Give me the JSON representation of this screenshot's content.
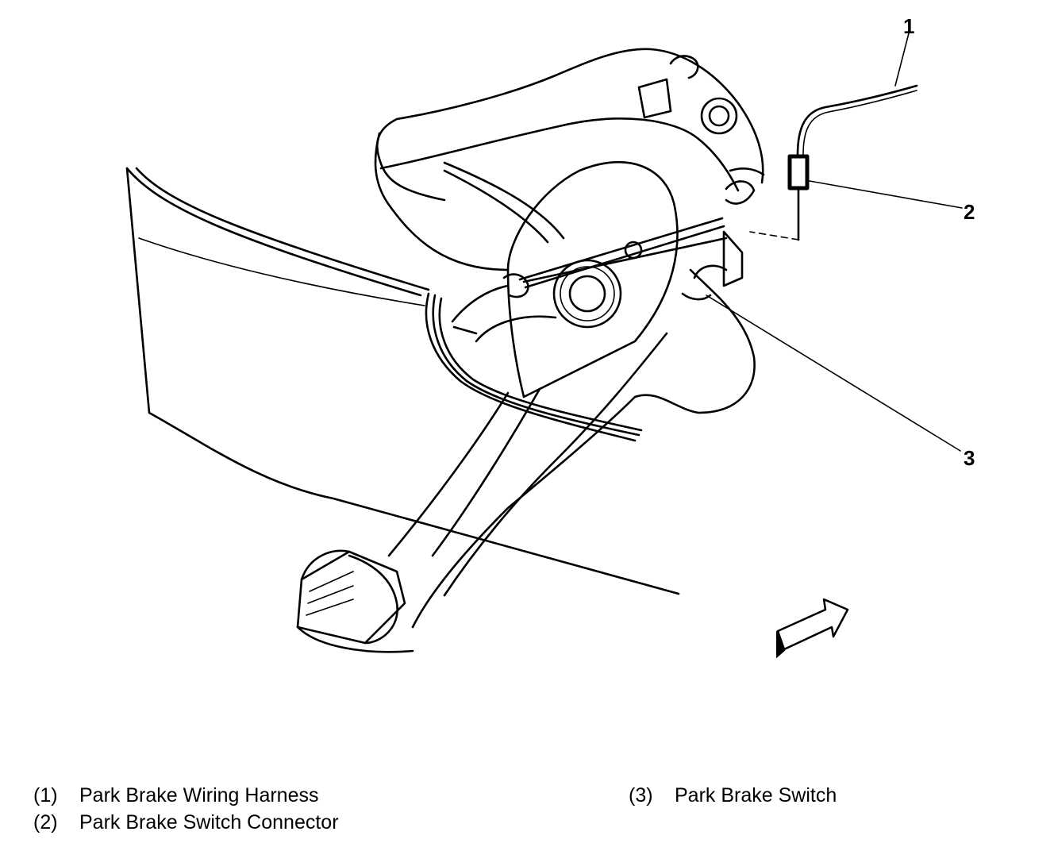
{
  "callouts": [
    {
      "number": "1"
    },
    {
      "number": "2"
    },
    {
      "number": "3"
    }
  ],
  "legend": [
    {
      "number": "(1)",
      "label": "Park Brake Wiring Harness"
    },
    {
      "number": "(2)",
      "label": "Park Brake Switch Connector"
    },
    {
      "number": "(3)",
      "label": "Park Brake Switch"
    }
  ],
  "icons": {
    "direction": "forward-arrow-icon"
  }
}
